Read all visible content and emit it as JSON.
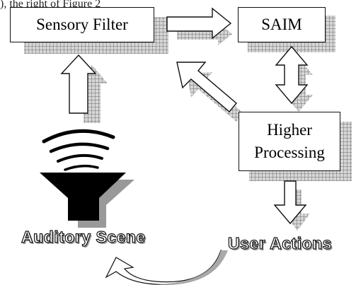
{
  "caption_fragment": "), the right of Figure 2",
  "boxes": {
    "sensory_filter": "Sensory Filter",
    "saim": "SAIM",
    "higher_processing_line1": "Higher",
    "higher_processing_line2": "Processing"
  },
  "labels": {
    "auditory_scene": "Auditory Scene",
    "user_actions": "User Actions"
  },
  "colors": {
    "shadow_grid": "#7a7a7a",
    "arrow_fill": "#ffffff",
    "arrow_stroke": "#111111",
    "curved_arrow_gray": "#a9a9a9"
  }
}
